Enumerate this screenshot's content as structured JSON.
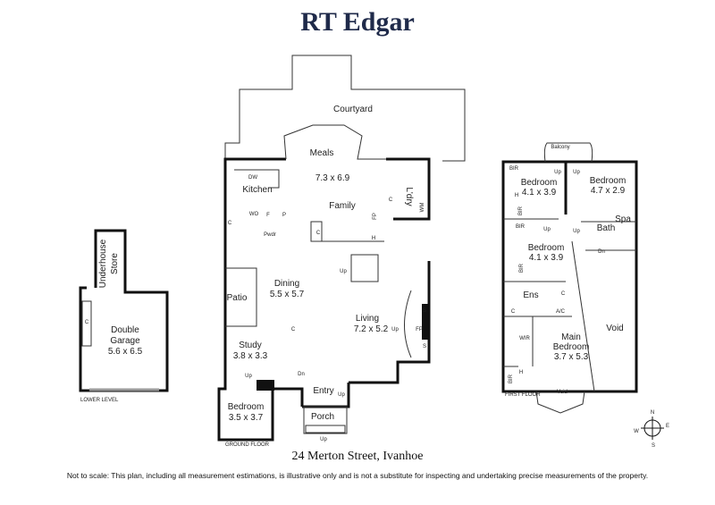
{
  "brand": "RT Edgar",
  "address": "24 Merton Street, Ivanhoe",
  "disclaimer": "Not to scale: This plan, including all measurement estimations, is illustrative only and is not a substitute for inspecting and undertaking precise measurements of the property.",
  "levels": {
    "lower": "LOWER LEVEL",
    "ground": "GROUND FLOOR",
    "first": "FIRST FLOOR"
  },
  "lower": {
    "store_1": "Underhouse",
    "store_2": "Store",
    "garage_1": "Double",
    "garage_2": "Garage",
    "garage_dim": "5.6 x 6.5",
    "cupboard": "C"
  },
  "ground": {
    "courtyard": "Courtyard",
    "meals": "Meals",
    "meals_dim": "7.3 x 6.9",
    "family": "Family",
    "kitchen": "Kitchen",
    "dw": "DW",
    "laundry": "L'dry",
    "wm": "WM",
    "fp": "FP",
    "wo": "WO",
    "f": "F",
    "p": "P",
    "pwdr": "Pwdr",
    "c": "C",
    "h": "H",
    "dining": "Dining",
    "dining_dim": "5.5 x 5.7",
    "patio": "Patio",
    "living": "Living",
    "living_dim": "7.2 x 5.2",
    "s": "S",
    "study": "Study",
    "study_dim": "3.8 x 3.3",
    "bedroom": "Bedroom",
    "bedroom_dim": "3.5 x 3.7",
    "entry": "Entry",
    "porch": "Porch",
    "up": "Up",
    "dn": "Dn"
  },
  "first": {
    "balcony": "Balcony",
    "bir": "BIR",
    "bedroom": "Bedroom",
    "bed1_dim": "4.1 x 3.9",
    "bed2_dim": "4.7 x 2.9",
    "bed3_dim": "4.1 x 3.9",
    "bath": "Bath",
    "spa": "Spa",
    "ens": "Ens",
    "c": "C",
    "ac": "A/C",
    "wir": "WIR",
    "main_1": "Main",
    "main_2": "Bedroom",
    "main_dim": "3.7 x 5.3",
    "void": "Void",
    "void_bottom": "Void",
    "up": "Up",
    "dn": "Dn",
    "h": "H"
  },
  "compass": {
    "n": "N",
    "e": "E",
    "s": "S",
    "w": "W"
  }
}
